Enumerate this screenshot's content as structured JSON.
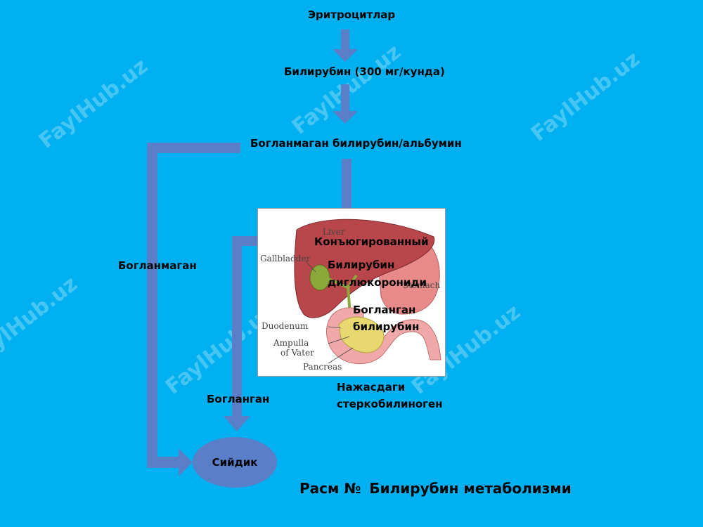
{
  "nodes": {
    "erythrocytes": "Эритроцитлар",
    "bilirubin": "Билирубин (300 мг/кунда)",
    "unconjugated_albumin": "Богланмаган билирубин/альбумин",
    "unconjugated_side": "Богланмаган",
    "conjugated_title": "Конъюгированный",
    "bilirubin_diglucuronide_1": "Билирубин",
    "bilirubin_diglucuronide_2": "диглюкорониди",
    "conjugated_bilirubin_1": "Богланган",
    "conjugated_bilirubin_2": "билирубин",
    "conjugated_side": "Богланган",
    "stercobilinogen_1": "Нажасдаги",
    "stercobilinogen_2": "стеркобилиноген",
    "urine": "Сийдик"
  },
  "anatomy_labels": {
    "liver": "Liver",
    "gallbladder": "Gallbladder",
    "stomach": "Stomach",
    "duodenum": "Duodenum",
    "ampulla_1": "Ampulla",
    "ampulla_2": "of Vater",
    "pancreas": "Pancreas"
  },
  "caption": {
    "prefix": "Расм №",
    "text": "Билирубин метаболизми"
  },
  "watermark": "FaylHub.uz",
  "colors": {
    "background": "#00b0f0",
    "arrow": "#5a7ec8"
  }
}
